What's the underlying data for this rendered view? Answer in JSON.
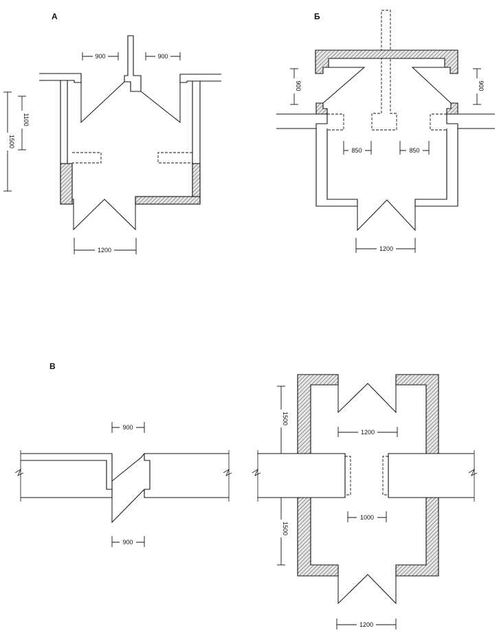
{
  "labels": {
    "a": "А",
    "b": "Б",
    "v": "В"
  },
  "dims": {
    "a_left_900": "900",
    "a_right_900": "900",
    "a_1100": "1100",
    "a_1500": "1500",
    "a_1200": "1200",
    "b_left_900": "900",
    "b_right_900": "900",
    "b_left_850": "850",
    "b_right_850": "850",
    "b_1200": "1200",
    "v1_top_900": "900",
    "v1_bottom_900": "900",
    "v2_top_1500": "1500",
    "v2_bottom_1500": "1500",
    "v2_top_1200": "1200",
    "v2_1000": "1000",
    "v2_bottom_1200": "1200"
  }
}
